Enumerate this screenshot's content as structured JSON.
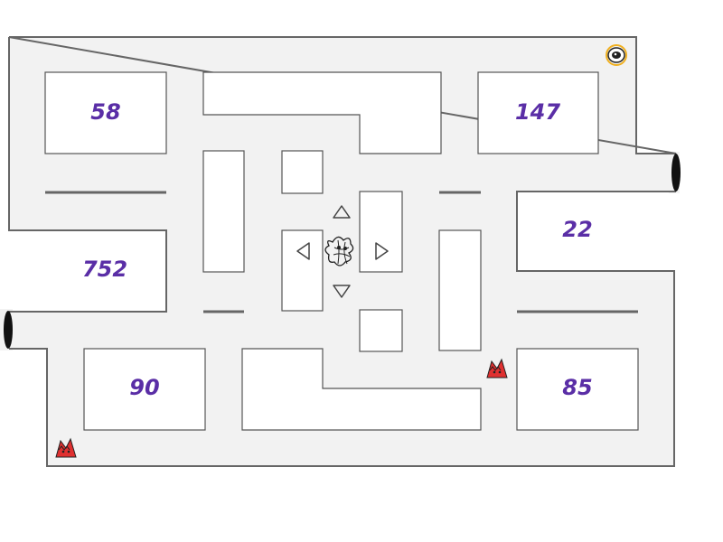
{
  "game": {
    "rooms": [
      {
        "id": "room-a",
        "value": "58"
      },
      {
        "id": "room-b",
        "value": "147"
      },
      {
        "id": "room-c",
        "value": "22"
      },
      {
        "id": "room-d",
        "value": "752"
      },
      {
        "id": "room-e",
        "value": "90"
      },
      {
        "id": "room-f",
        "value": "85"
      }
    ],
    "controls": [
      "up",
      "down",
      "left",
      "right"
    ],
    "characters": [
      "player",
      "eye-ghost",
      "red-monster-1",
      "red-monster-2"
    ],
    "colors": {
      "floor": "#f2f2f2",
      "wall": "#ffffff",
      "wall_outline": "#555555",
      "number": "#5a2ea6",
      "monster": "#e03030",
      "eye_halo": "#f0b020",
      "portal": "#111111"
    }
  }
}
